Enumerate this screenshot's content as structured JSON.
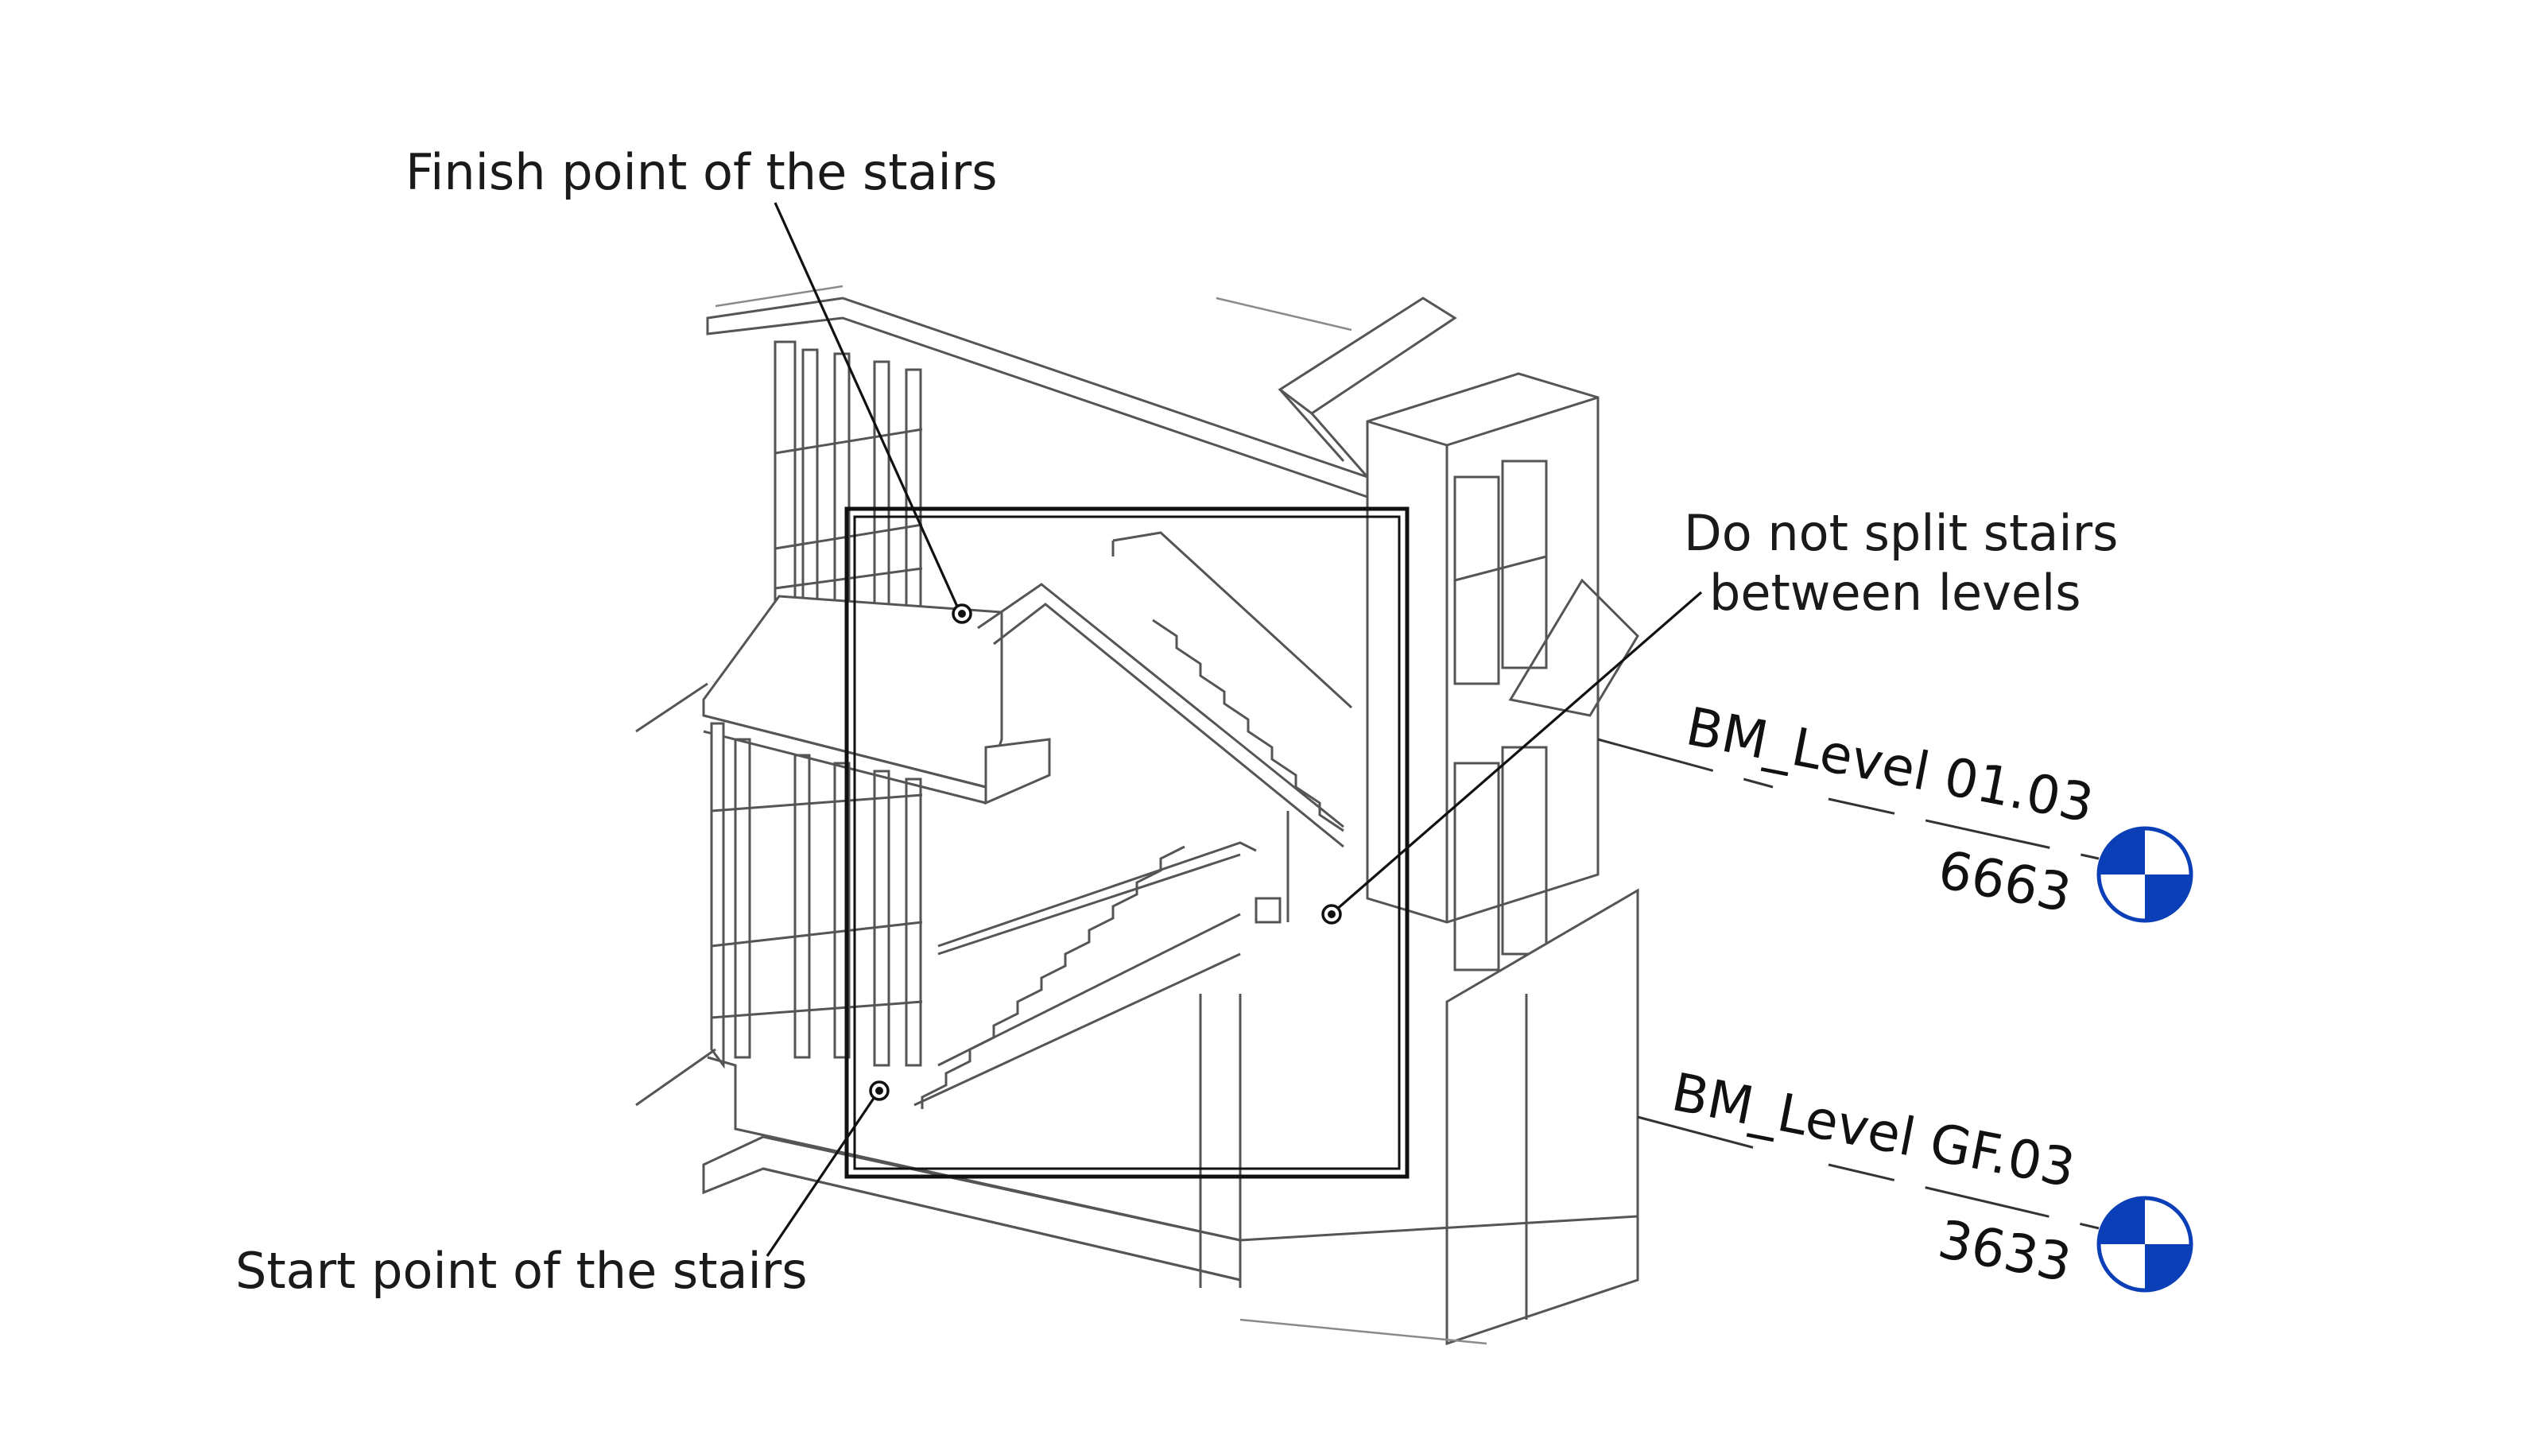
{
  "callouts": {
    "finish": "Finish point of the stairs",
    "do_not_split_line1": "Do not split stairs",
    "do_not_split_line2": "between levels",
    "start": "Start point of the stairs"
  },
  "levels": [
    {
      "name": "BM_Level 01.03",
      "elevation": "6663"
    },
    {
      "name": "BM_Level GF.03",
      "elevation": "3633"
    }
  ],
  "colors": {
    "level_marker_fill": "#0a3fb8",
    "frame": "#111111",
    "model_line": "#555555"
  }
}
